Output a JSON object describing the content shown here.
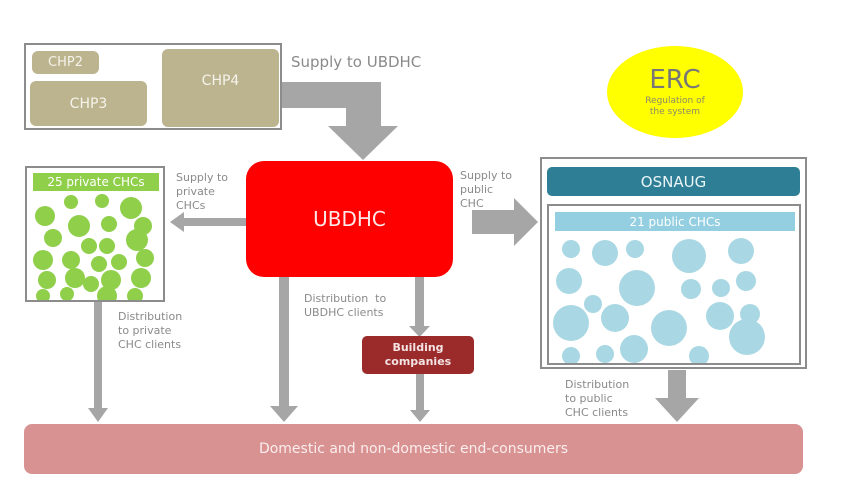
{
  "colors": {
    "arrow": "#a6a6a6",
    "chp": "#bcb48f",
    "ubdhc": "#ff0000",
    "private_green": "#8fcf4a",
    "osnaug_header": "#2e7f95",
    "public_header": "#93cfe0",
    "public_circle": "#a9d8e4",
    "building": "#9b2a2a",
    "consumers": "#d99292",
    "erc": "#ffff00"
  },
  "chp_group": {
    "items": [
      "CHP2",
      "CHP3",
      "CHP4"
    ],
    "supply_label": "Supply to UBDHC"
  },
  "erc": {
    "title": "ERC",
    "subtitle": "Regulation of the system"
  },
  "private": {
    "title": "25 private CHCs",
    "count": 25,
    "supply_label": [
      "Supply to",
      "private",
      "CHCs"
    ],
    "distribution_label": [
      "Distribution",
      "to private",
      "CHC clients"
    ]
  },
  "ubdhc": {
    "title": "UBDHC",
    "distribution_label": [
      "Distribution  to",
      "UBDHC clients"
    ]
  },
  "public": {
    "org": "OSNAUG",
    "title": "21 public CHCs",
    "count": 21,
    "supply_label": [
      "Supply to",
      "public",
      "CHC"
    ],
    "distribution_label": [
      "Distribution",
      "to public",
      "CHC clients"
    ]
  },
  "building": {
    "title": [
      "Building",
      "companies"
    ]
  },
  "consumers": {
    "title": "Domestic and non-domestic end-consumers"
  }
}
